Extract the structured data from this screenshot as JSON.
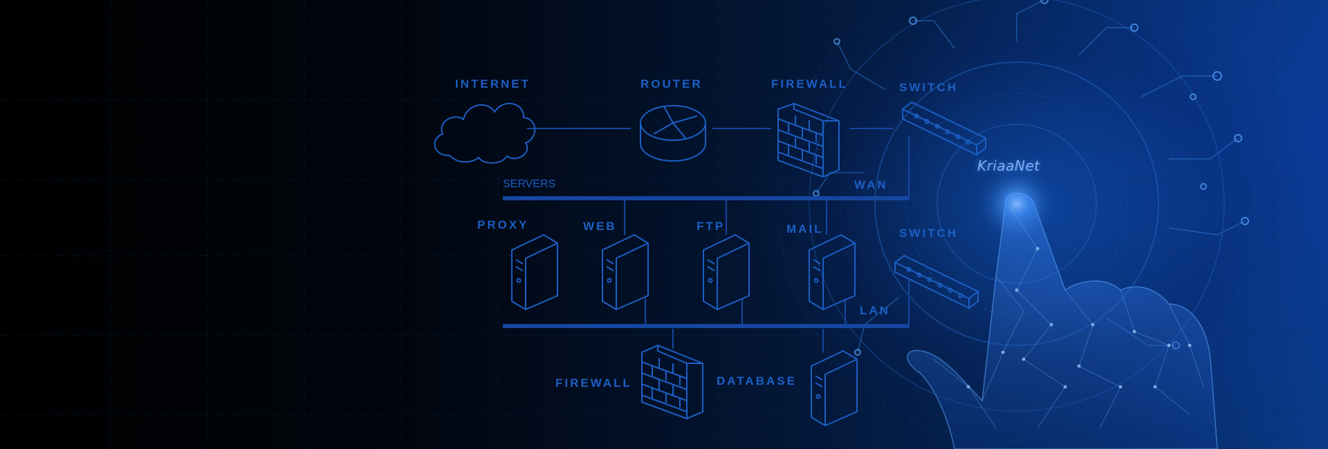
{
  "diagram": {
    "nodes": {
      "internet": "INTERNET",
      "router": "ROUTER",
      "firewall_top": "FIREWALL",
      "switch_top": "SWITCH",
      "servers": "SERVERS",
      "wan": "WAN",
      "proxy": "PROXY",
      "web": "WEB",
      "ftp": "FTP",
      "mail": "MAIL",
      "switch_bottom": "SWITCH",
      "lan": "LAN",
      "firewall_bottom": "FIREWALL",
      "database": "DATABASE"
    },
    "brand": "KriaaNet"
  },
  "colors": {
    "line": "#1546a0",
    "icon_stroke": "#1d5fc4",
    "label": "#1d5fc4",
    "glow": "#4a9cff"
  }
}
